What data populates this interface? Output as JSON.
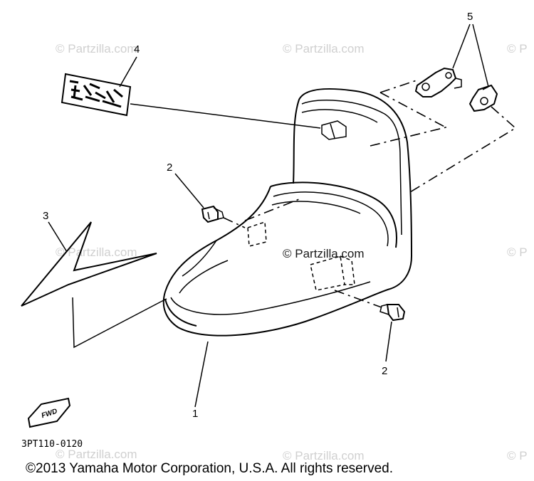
{
  "watermarks": {
    "top_left": "© Partzilla.com",
    "top_center": "© Partzilla.com",
    "top_right": "© P",
    "mid_left": "© Partzilla.com",
    "center": "© Partzilla.com",
    "mid_right": "© P",
    "bottom_left": "© Partzilla.com",
    "bottom_center": "© Partzilla.com",
    "bottom_right": "© P"
  },
  "callouts": {
    "seat": "1",
    "bolt_upper": "2",
    "bolt_lower": "2",
    "emblem": "3",
    "label": "4",
    "brackets": "5"
  },
  "fwd_tag": "FWD",
  "diagram_code": "3PT110-0120",
  "copyright": "©2013  Yamaha Motor Corporation, U.S.A. All rights reserved."
}
